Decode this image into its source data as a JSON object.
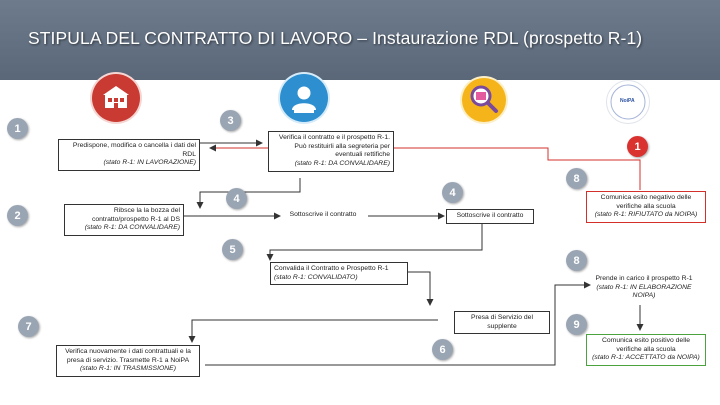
{
  "title": "STIPULA DEL CONTRATTO DI LAVORO – Instaurazione RDL (prospetto R-1)",
  "colors": {
    "header": "#5f6c7e",
    "step_badge": "#9aa5b4",
    "error_badge": "#d9322f",
    "reject_frame": "#d3302b",
    "accept_frame": "#4aa33f"
  },
  "actors": [
    {
      "icon": "school-icon"
    },
    {
      "icon": "user-icon"
    },
    {
      "icon": "magnifier-icon"
    },
    {
      "icon": "noipa-logo",
      "logo_text": "NoiPA"
    }
  ],
  "badges": {
    "b1": "1",
    "b2": "2",
    "b3": "3",
    "b4a": "4",
    "b4b": "4",
    "b5": "5",
    "b6": "6",
    "b7": "7",
    "b8a": "8",
    "b8b": "8",
    "b9": "9",
    "error": "1"
  },
  "steps": {
    "s1": {
      "text": "Predispone, modifica o cancella i dati del RDL",
      "status": "(stato R-1: IN LAVORAZIONE)"
    },
    "s2": {
      "text": "Ribsce la la bozza del contratto/prospetto R-1 al DS",
      "status": "(stato R-1: DA CONVALIDARE)"
    },
    "s3": {
      "text": "Verifica il contratto e il prospetto R-1. Può restituirli alla segreteria per eventuali rettifiche",
      "status": "(stato R-1: DA CONVALIDARE)"
    },
    "s4a": {
      "text": "Sottoscrive il contratto"
    },
    "s4b": {
      "text": "Sottoscrive il contratto"
    },
    "s5": {
      "text": "Convalida il Contratto e Prospetto R-1",
      "status": "(stato R-1: CONVALIDATO)"
    },
    "s6": {
      "text": "Presa di Servizio del supplente"
    },
    "s7": {
      "text": "Verifica nuovamente i dati contrattuali e la presa di servizio. Trasmette R-1 a NoiPA",
      "status": "(stato R-1: IN TRASMISSIONE)"
    },
    "s8a": {
      "text": "Comunica esito negativo delle verifiche alla scuola",
      "status": "(stato R-1: RIFIUTATO da NOIPA)"
    },
    "s8b": {
      "text": "Prende in carico il prospetto R-1",
      "status": "(stato R-1: IN ELABORAZIONE NOIPA)"
    },
    "s9": {
      "text": "Comunica esito positivo delle verifiche alla scuola",
      "status": "(stato R-1: ACCETTATO da NOIPA)"
    }
  }
}
